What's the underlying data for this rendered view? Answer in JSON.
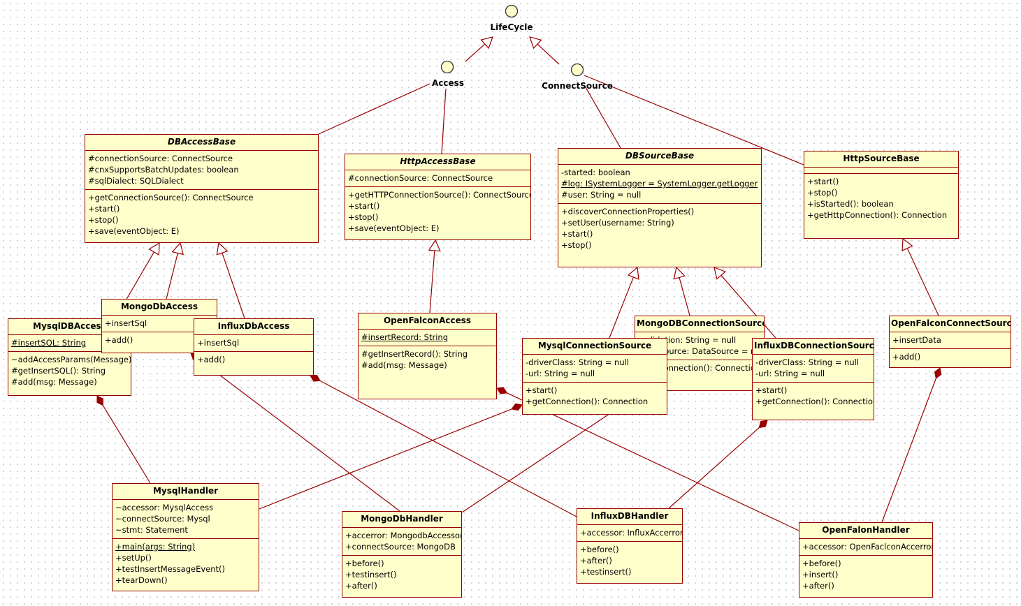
{
  "colors": {
    "class_fill": "#ffffcc",
    "class_border": "#990000",
    "edge": "#990000",
    "interface_fill": "#ffffcc"
  },
  "interfaces": [
    {
      "id": "lifecycle",
      "label": "LifeCycle"
    },
    {
      "id": "access",
      "label": "Access"
    },
    {
      "id": "connectsource",
      "label": "ConnectSource"
    }
  ],
  "classes": [
    {
      "id": "dbaccessbase",
      "name": "DBAccessBase",
      "abstract": true,
      "attributes": [
        "#connectionSource: ConnectSource",
        "#cnxSupportsBatchUpdates: boolean",
        "#sqlDialect: SQLDialect"
      ],
      "operations": [
        "+getConnectionSource(): ConnectSource",
        "+start()",
        "+stop()",
        "+save(eventObject: E)"
      ]
    },
    {
      "id": "httpaccessbase",
      "name": "HttpAccessBase",
      "abstract": true,
      "attributes": [
        "#connectionSource: ConnectSource"
      ],
      "operations": [
        "+getHTTPConnectionSource(): ConnectSource",
        "+start()",
        "+stop()",
        "+save(eventObject: E)"
      ]
    },
    {
      "id": "dbsourcebase",
      "name": "DBSourceBase",
      "abstract": true,
      "attributes": [
        "-started: boolean",
        "#log: ISystemLogger = SystemLogger.getLogger",
        "#user: String = null"
      ],
      "static_attributes": [
        "#log: ISystemLogger = SystemLogger.getLogger"
      ],
      "operations": [
        "+discoverConnectionProperties()",
        "+setUser(username: String)",
        "+start()",
        "+stop()"
      ]
    },
    {
      "id": "httpsourcebase",
      "name": "HttpSourceBase",
      "abstract": false,
      "attributes": [],
      "operations": [
        "+start()",
        "+stop()",
        "+isStarted(): boolean",
        "+getHttpConnection(): Connection"
      ]
    },
    {
      "id": "mysqldbaccess",
      "name": "MysqlDBAccess",
      "abstract": false,
      "attributes": [
        "#insertSQL: String"
      ],
      "static_attributes": [
        "#insertSQL: String"
      ],
      "operations": [
        "~addAccessParams(Message)",
        "#getInsertSQL(): String",
        "#add(msg: Message)"
      ]
    },
    {
      "id": "mongodbaccess",
      "name": "MongoDbAccess",
      "abstract": false,
      "attributes": [
        "+insertSql"
      ],
      "operations": [
        "+add()"
      ]
    },
    {
      "id": "influxdbaccess",
      "name": "InfluxDbAccess",
      "abstract": false,
      "attributes": [
        "+insertSql"
      ],
      "operations": [
        "+add()"
      ]
    },
    {
      "id": "openfalconaccess",
      "name": "OpenFalconAccess",
      "abstract": false,
      "attributes": [
        "#insertRecord: String"
      ],
      "static_attributes": [
        "#insertRecord: String"
      ],
      "operations": [
        "#getInsertRecord(): String",
        "#add(msg: Message)"
      ]
    },
    {
      "id": "mongodbconnectionsource",
      "name": "MongoDBConnectionSource",
      "abstract": false,
      "attributes": [
        "-validation: String = null",
        "-dataSource: DataSource = null"
      ],
      "operations": [
        "+getConnection(): Connection"
      ]
    },
    {
      "id": "influxdbconnectionsource",
      "name": "InfluxDBConnectionSource",
      "abstract": false,
      "attributes": [
        "-driverClass: String = null",
        "-url: String = null"
      ],
      "operations": [
        "+start()",
        "+getConnection(): Connection"
      ]
    },
    {
      "id": "mysqlconnectionsource",
      "name": "MysqlConnectionSource",
      "abstract": false,
      "attributes": [
        "-driverClass: String = null",
        "-url: String = null"
      ],
      "operations": [
        "+start()",
        "+getConnection(): Connection"
      ]
    },
    {
      "id": "openfalconconnectsource",
      "name": "OpenFalconConnectSource",
      "abstract": false,
      "attributes": [
        "+insertData"
      ],
      "operations": [
        "+add()"
      ]
    },
    {
      "id": "mysqlhandler",
      "name": "MysqlHandler",
      "abstract": false,
      "attributes": [
        "~accessor: MysqlAccess",
        "~connectSource: Mysql",
        "~stmt: Statement"
      ],
      "operations": [
        "+main(args: String)",
        "+setUp()",
        "+testInsertMessageEvent()",
        "+tearDown()"
      ],
      "static_operations": [
        "+main(args: String)"
      ]
    },
    {
      "id": "mongodbhandler",
      "name": "MongoDbHandler",
      "abstract": false,
      "attributes": [
        "+accerror: MongodbAccessor",
        "+connectSource: MongoDB"
      ],
      "operations": [
        "+before()",
        "+testinsert()",
        "+after()"
      ]
    },
    {
      "id": "influxdbhandler",
      "name": "InfluxDBHandler",
      "abstract": false,
      "attributes": [
        "+accessor: InfluxAccerror"
      ],
      "operations": [
        "+before()",
        "+after()",
        "+testinsert()"
      ]
    },
    {
      "id": "openfalonhandler",
      "name": "OpenFalonHandler",
      "abstract": false,
      "attributes": [
        "+accessor: OpenFaclconAccerror"
      ],
      "operations": [
        "+before()",
        "+insert()",
        "+after()"
      ]
    }
  ],
  "relationships": [
    {
      "type": "generalization",
      "from": "access",
      "to": "lifecycle"
    },
    {
      "type": "generalization",
      "from": "connectsource",
      "to": "lifecycle"
    },
    {
      "type": "realization-line",
      "from": "dbaccessbase",
      "to": "access"
    },
    {
      "type": "realization-line",
      "from": "httpaccessbase",
      "to": "access"
    },
    {
      "type": "realization-line",
      "from": "dbsourcebase",
      "to": "connectsource"
    },
    {
      "type": "realization-line",
      "from": "httpsourcebase",
      "to": "connectsource"
    },
    {
      "type": "generalization",
      "from": "mysqldbaccess",
      "to": "dbaccessbase"
    },
    {
      "type": "generalization",
      "from": "mongodbaccess",
      "to": "dbaccessbase"
    },
    {
      "type": "generalization",
      "from": "influxdbaccess",
      "to": "dbaccessbase"
    },
    {
      "type": "generalization",
      "from": "openfalconaccess",
      "to": "httpaccessbase"
    },
    {
      "type": "generalization",
      "from": "mysqlconnectionsource",
      "to": "dbsourcebase"
    },
    {
      "type": "generalization",
      "from": "mongodbconnectionsource",
      "to": "dbsourcebase"
    },
    {
      "type": "generalization",
      "from": "influxdbconnectionsource",
      "to": "dbsourcebase"
    },
    {
      "type": "generalization",
      "from": "openfalconconnectsource",
      "to": "httpsourcebase"
    },
    {
      "type": "composition",
      "from": "mysqlhandler",
      "to": "mysqldbaccess"
    },
    {
      "type": "composition",
      "from": "mysqlhandler",
      "to": "mysqlconnectionsource"
    },
    {
      "type": "composition",
      "from": "mongodbhandler",
      "to": "mongodbaccess"
    },
    {
      "type": "composition",
      "from": "mongodbhandler",
      "to": "mysqlconnectionsource"
    },
    {
      "type": "composition",
      "from": "influxdbhandler",
      "to": "influxdbaccess"
    },
    {
      "type": "composition",
      "from": "influxdbhandler",
      "to": "influxdbconnectionsource"
    },
    {
      "type": "composition",
      "from": "openfalonhandler",
      "to": "openfalconaccess"
    },
    {
      "type": "composition",
      "from": "openfalonhandler",
      "to": "openfalconconnectsource"
    }
  ]
}
